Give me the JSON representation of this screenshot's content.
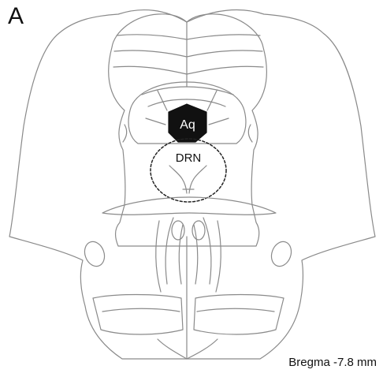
{
  "panel": {
    "label": "A"
  },
  "structures": {
    "aqueduct": {
      "label": "Aq"
    },
    "dorsal_raphe": {
      "label": "DRN"
    }
  },
  "coordinate": {
    "text": "Bregma -7.8 mm"
  },
  "colors": {
    "outline": "#8a8a8a",
    "aqueduct_fill": "#111111",
    "aqueduct_text": "#ffffff",
    "drn_dash": "#222222",
    "label_text": "#111111"
  }
}
